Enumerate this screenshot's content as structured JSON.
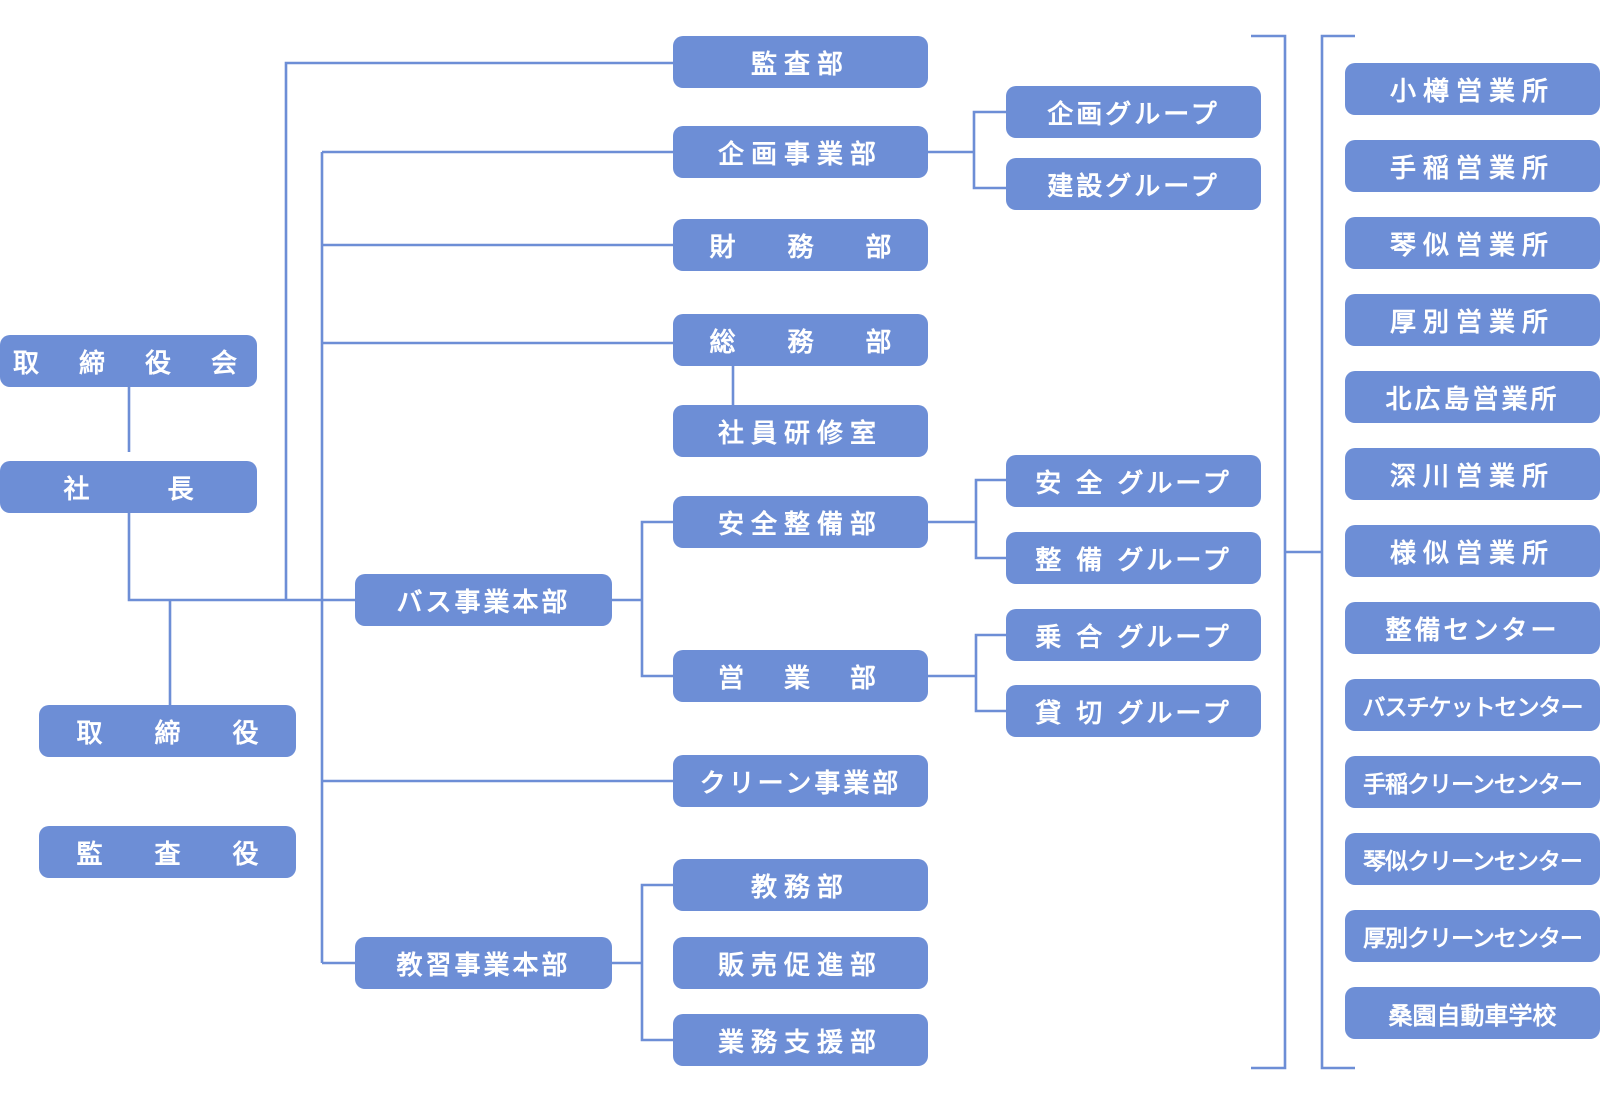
{
  "board": "取　締　役　会",
  "president": "社　　　長",
  "directors": "取　　締　　役",
  "auditor": "監　　査　　役",
  "departments": {
    "audit": "監査部",
    "planning": "企画事業部",
    "finance": "財　　務　　部",
    "general_affairs": "総　　務　　部",
    "training_room": "社員研修室",
    "bus_hq": "バス事業本部",
    "safety": "安全整備部",
    "sales": "営　業　部",
    "clean": "クリーン事業部",
    "school_hq": "教習事業本部",
    "education": "教務部",
    "promotion": "販売促進部",
    "support": "業務支援部"
  },
  "groups": {
    "planning_group": "企画グループ",
    "construction_group": "建設グループ",
    "safety_group": "安 全 グループ",
    "maintenance_group": "整 備 グループ",
    "boarding_group": "乗 合 グループ",
    "charter_group": "貸 切 グループ"
  },
  "branches": [
    "小樽営業所",
    "手稲営業所",
    "琴似営業所",
    "厚別営業所",
    "北広島営業所",
    "深川営業所",
    "様似営業所",
    "整備センター",
    "バスチケットセンター",
    "手稲クリーンセンター",
    "琴似クリーンセンター",
    "厚別クリーンセンター",
    "桑園自動車学校"
  ],
  "colors": {
    "box": "#6d8ed6",
    "line": "#6d8ed6",
    "text": "#ffffff"
  }
}
